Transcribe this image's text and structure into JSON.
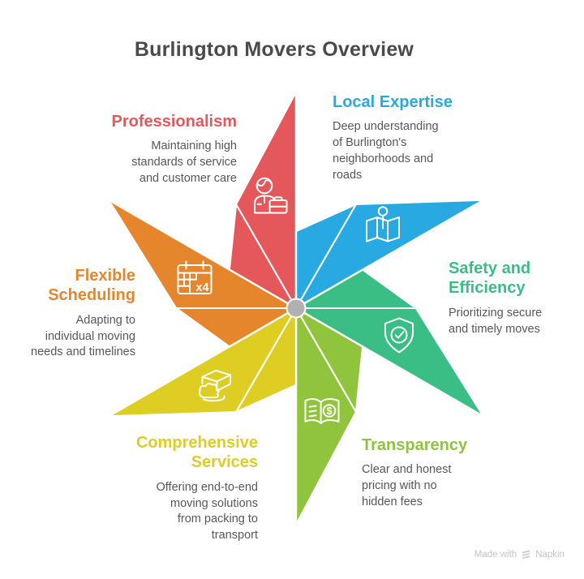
{
  "title": "Burlington Movers Overview",
  "watermark": {
    "prefix": "Made with",
    "brand": "Napkin"
  },
  "hub_color": "#B1B1B1",
  "sections": [
    {
      "id": "professionalism",
      "label": "Professionalism",
      "description": "Maintaining high\nstandards of service\nand customer care",
      "color": "#E4585C",
      "icon": "person-briefcase-icon"
    },
    {
      "id": "local-expertise",
      "label": "Local Expertise",
      "description": "Deep understanding\nof Burlington's\nneighborhoods and\nroads",
      "color": "#28A9E1",
      "icon": "map-pin-icon"
    },
    {
      "id": "safety-and-efficiency",
      "label": "Safety and\nEfficiency",
      "description": "Prioritizing secure\nand timely moves",
      "color": "#3BBD86",
      "icon": "shield-check-icon"
    },
    {
      "id": "transparency",
      "label": "Transparency",
      "description": "Clear and honest\npricing with no\nhidden fees",
      "color": "#8FC43C",
      "icon": "book-dollar-icon",
      "icon_text": "$"
    },
    {
      "id": "comprehensive-services",
      "label": "Comprehensive\nServices",
      "description": "Offering end-to-end\nmoving solutions\nfrom packing to\ntransport",
      "color": "#DECD23",
      "icon": "box-package-icon"
    },
    {
      "id": "flexible-scheduling",
      "label": "Flexible\nScheduling",
      "description": "Adapting to\nindividual moving\nneeds and timelines",
      "color": "#E5862D",
      "icon": "calendar-x4-icon",
      "icon_text": "x4"
    }
  ]
}
